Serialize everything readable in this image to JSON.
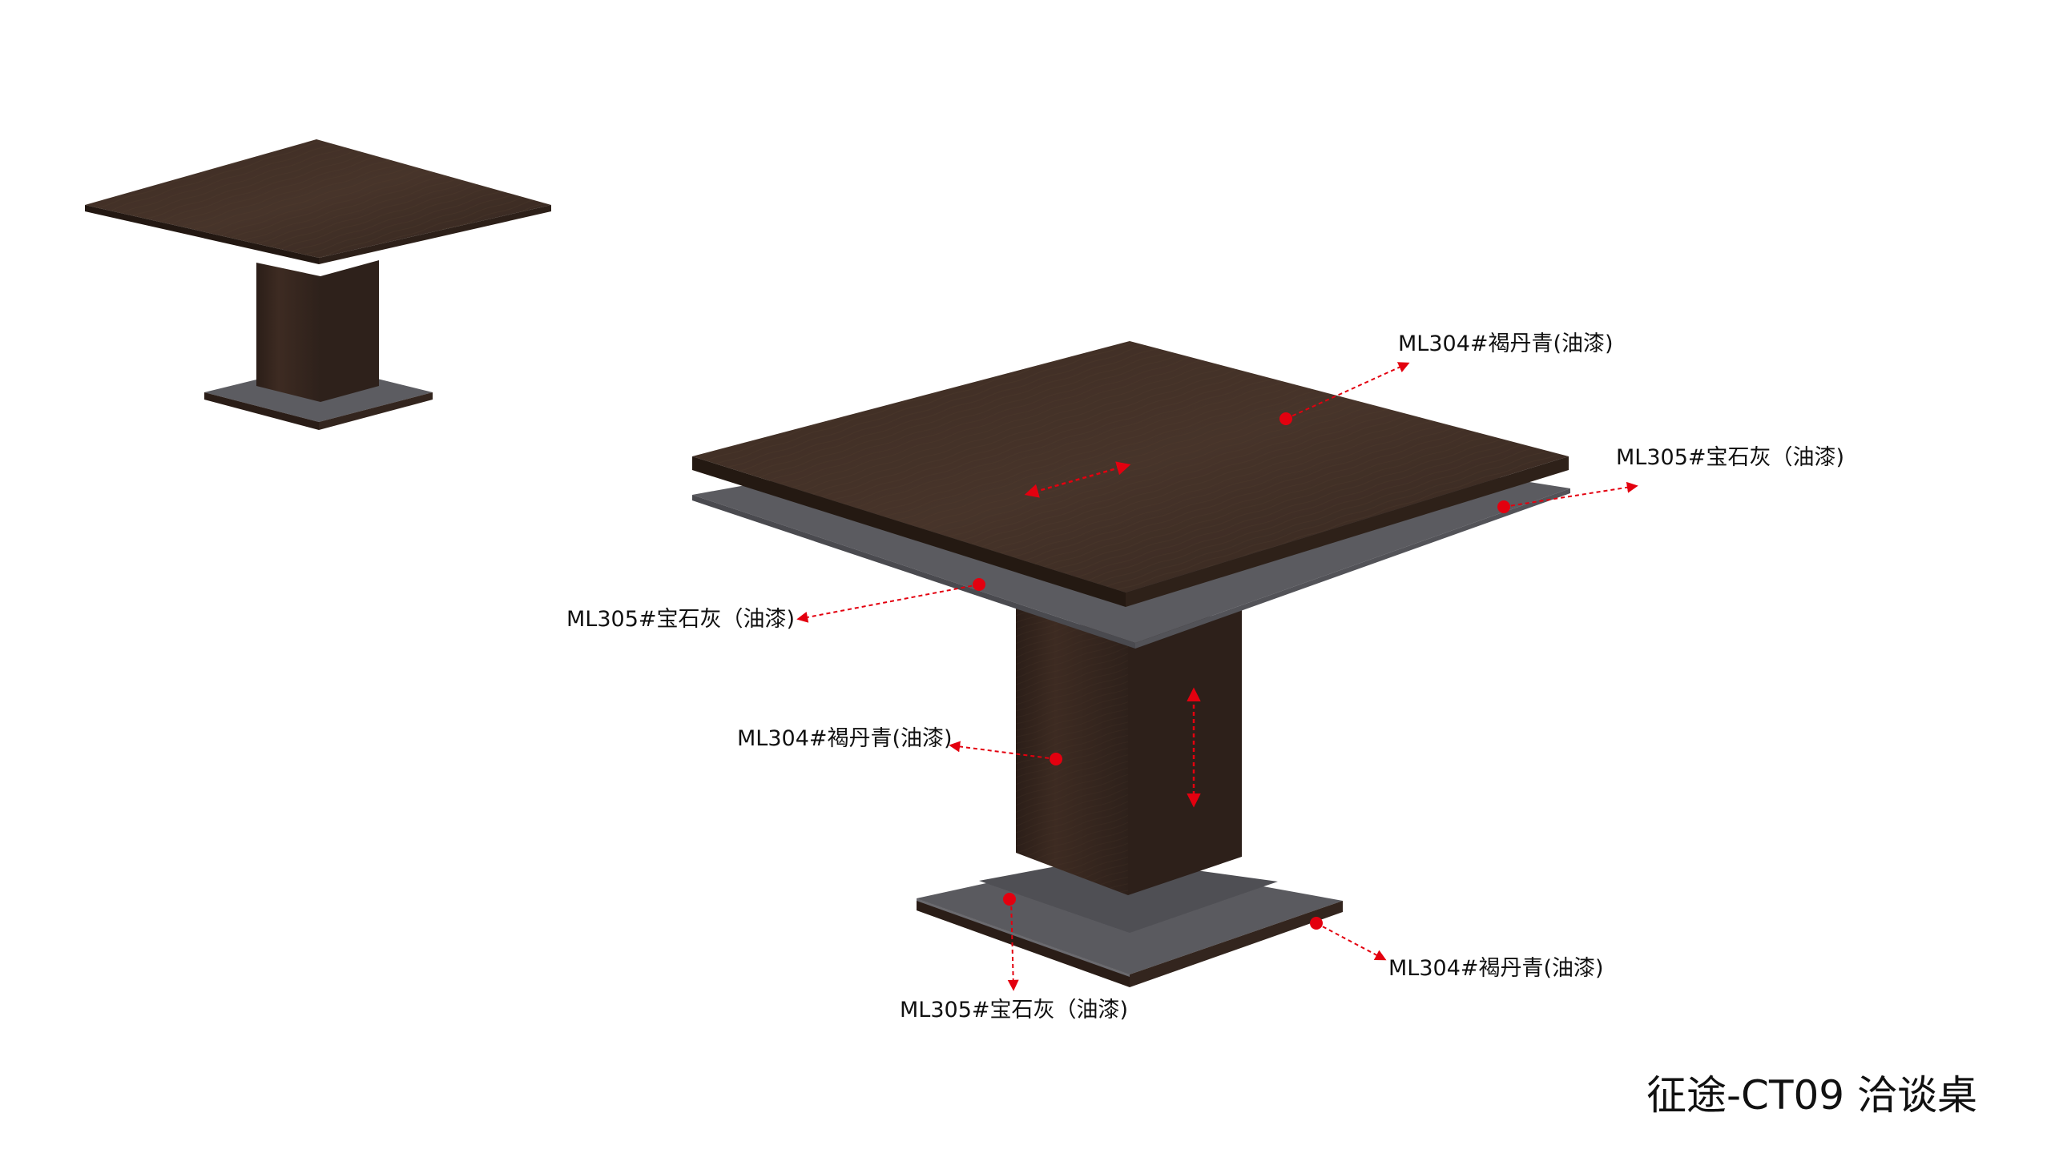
{
  "product_title": "征途-CT09 洽谈桌",
  "colors": {
    "wood": "#3a2a22",
    "wood_dark": "#2a1d17",
    "gray": "#5a5a5f",
    "gray_light": "#6b6b70",
    "marker": "#e3000f"
  },
  "callouts": [
    {
      "id": "top-surface",
      "text": "ML304#褐丹青(油漆)"
    },
    {
      "id": "under-panel-right",
      "text": "ML305#宝石灰（油漆)"
    },
    {
      "id": "under-panel-left",
      "text": "ML305#宝石灰（油漆)"
    },
    {
      "id": "column",
      "text": "ML304#褐丹青(油漆)"
    },
    {
      "id": "base-edge",
      "text": "ML304#褐丹青(油漆)"
    },
    {
      "id": "base-top",
      "text": "ML305#宝石灰（油漆)"
    }
  ],
  "grain_direction_icon": "double-arrow-icon"
}
